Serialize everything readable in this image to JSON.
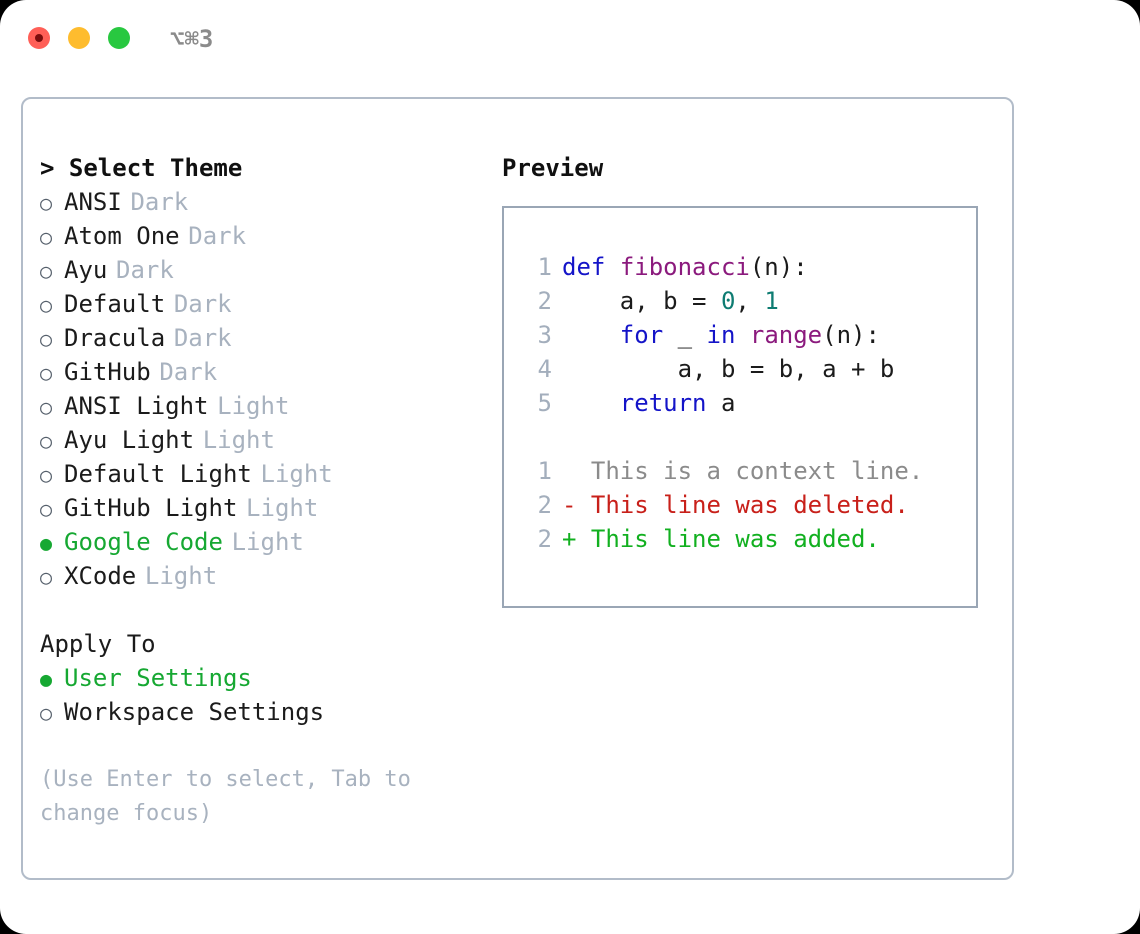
{
  "titlebar": {
    "shortcut": "⌥⌘3",
    "buttons": [
      {
        "name": "close",
        "color": "#ff5f57"
      },
      {
        "name": "minimize",
        "color": "#febc2e"
      },
      {
        "name": "zoom",
        "color": "#28c840"
      }
    ]
  },
  "theme_picker": {
    "header": "> Select Theme",
    "items": [
      {
        "marker": "○",
        "name": "ANSI",
        "category": "Dark",
        "selected": false
      },
      {
        "marker": "○",
        "name": "Atom One",
        "category": "Dark",
        "selected": false
      },
      {
        "marker": "○",
        "name": "Ayu",
        "category": "Dark",
        "selected": false
      },
      {
        "marker": "○",
        "name": "Default",
        "category": "Dark",
        "selected": false
      },
      {
        "marker": "○",
        "name": "Dracula",
        "category": "Dark",
        "selected": false
      },
      {
        "marker": "○",
        "name": "GitHub",
        "category": "Dark",
        "selected": false
      },
      {
        "marker": "○",
        "name": "ANSI Light",
        "category": "Light",
        "selected": false
      },
      {
        "marker": "○",
        "name": "Ayu Light",
        "category": "Light",
        "selected": false
      },
      {
        "marker": "○",
        "name": "Default Light",
        "category": "Light",
        "selected": false
      },
      {
        "marker": "○",
        "name": "GitHub Light",
        "category": "Light",
        "selected": false
      },
      {
        "marker": "●",
        "name": "Google Code",
        "category": "Light",
        "selected": true
      },
      {
        "marker": "○",
        "name": "XCode",
        "category": "Light",
        "selected": false
      }
    ]
  },
  "apply_to": {
    "header": "Apply To",
    "items": [
      {
        "marker": "●",
        "name": "User Settings",
        "selected": true
      },
      {
        "marker": "○",
        "name": "Workspace Settings",
        "selected": false
      }
    ]
  },
  "hint": {
    "line1": "(Use Enter to select, Tab to",
    "line2": "change focus)"
  },
  "preview": {
    "title": "Preview",
    "code_lines": [
      {
        "no": "1",
        "tokens": [
          {
            "t": "def",
            "c": "kw"
          },
          {
            "t": " ",
            "c": "pl"
          },
          {
            "t": "fibonacci",
            "c": "fn"
          },
          {
            "t": "(n):",
            "c": "pl"
          }
        ]
      },
      {
        "no": "2",
        "tokens": [
          {
            "t": "    a, b = ",
            "c": "pl"
          },
          {
            "t": "0",
            "c": "num"
          },
          {
            "t": ", ",
            "c": "pl"
          },
          {
            "t": "1",
            "c": "num"
          }
        ]
      },
      {
        "no": "3",
        "tokens": [
          {
            "t": "    ",
            "c": "pl"
          },
          {
            "t": "for",
            "c": "kw"
          },
          {
            "t": " _ ",
            "c": "pl"
          },
          {
            "t": "in",
            "c": "kw"
          },
          {
            "t": " ",
            "c": "pl"
          },
          {
            "t": "range",
            "c": "fn"
          },
          {
            "t": "(n):",
            "c": "pl"
          }
        ]
      },
      {
        "no": "4",
        "tokens": [
          {
            "t": "        a, b = b, a + b",
            "c": "pl"
          }
        ]
      },
      {
        "no": "5",
        "tokens": [
          {
            "t": "    ",
            "c": "pl"
          },
          {
            "t": "return",
            "c": "kw"
          },
          {
            "t": " a",
            "c": "pl"
          }
        ]
      }
    ],
    "diff_lines": [
      {
        "no": "1",
        "kind": "context",
        "text": "  This is a context line."
      },
      {
        "no": "2",
        "kind": "deleted",
        "text": "- This line was deleted."
      },
      {
        "no": "2",
        "kind": "added",
        "text": "+ This line was added."
      }
    ]
  },
  "colors": {
    "accent_green": "#16a832",
    "muted": "#a8b2bf",
    "keyword": "#1414c8",
    "function": "#8b1a7d",
    "number": "#0e7c72",
    "diff_add": "#12b020",
    "diff_del": "#c8201a",
    "diff_ctx": "#8b8b8b",
    "panel_border": "#b2bcc9"
  }
}
